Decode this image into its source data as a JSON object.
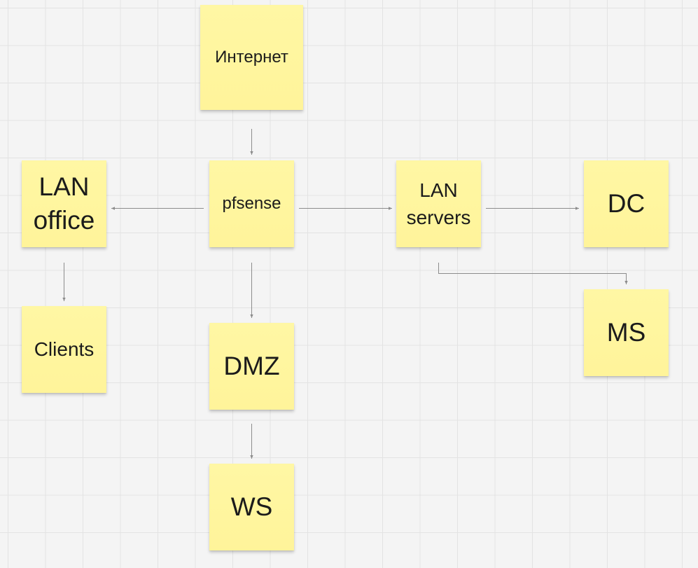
{
  "diagram": {
    "nodes": [
      {
        "id": "internet",
        "label": "Интернет"
      },
      {
        "id": "pfsense",
        "label": "pfsense"
      },
      {
        "id": "lan-office",
        "label": "LAN office"
      },
      {
        "id": "lan-servers",
        "label": "LAN servers"
      },
      {
        "id": "dc",
        "label": "DC"
      },
      {
        "id": "ms",
        "label": "MS"
      },
      {
        "id": "clients",
        "label": "Clients"
      },
      {
        "id": "dmz",
        "label": "DMZ"
      },
      {
        "id": "ws",
        "label": "WS"
      }
    ],
    "edges": [
      {
        "from": "internet",
        "to": "pfsense"
      },
      {
        "from": "pfsense",
        "to": "lan-office"
      },
      {
        "from": "pfsense",
        "to": "lan-servers"
      },
      {
        "from": "pfsense",
        "to": "dmz"
      },
      {
        "from": "lan-servers",
        "to": "dc"
      },
      {
        "from": "lan-servers",
        "to": "ms"
      },
      {
        "from": "lan-office",
        "to": "clients"
      },
      {
        "from": "dmz",
        "to": "ws"
      }
    ],
    "colors": {
      "sticky_note": "#fff49a",
      "connector": "#8c8c8c",
      "background": "#f4f4f4",
      "grid": "#e3e3e3"
    }
  }
}
